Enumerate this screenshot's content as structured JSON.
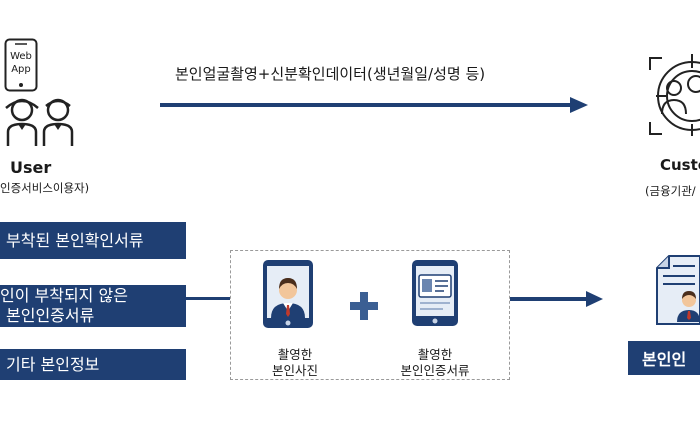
{
  "user": {
    "device_text_line1": "Web",
    "device_text_line2": "App",
    "title": "User",
    "subtitle": "인증서비스이용자)"
  },
  "customer": {
    "title": "Custo",
    "subtitle": "(금융기관/"
  },
  "top_arrow_label": "본인얼굴촬영+신분확인데이터(생년월일/성명 등)",
  "left_boxes": [
    {
      "line1": "부착된 본인확인서류"
    },
    {
      "line1": "인이 부착되지 않은",
      "line2": "본인인증서류"
    },
    {
      "line1": "기타 본인정보"
    }
  ],
  "center": {
    "photo_caption_line1": "촬영한",
    "photo_caption_line2": "본인사진",
    "doc_caption_line1": "촬영한",
    "doc_caption_line2": "본인인증서류"
  },
  "right_box": {
    "label": "본인인"
  },
  "colors": {
    "navy": "#1f3f73",
    "border_gray": "#9a9a9a"
  }
}
